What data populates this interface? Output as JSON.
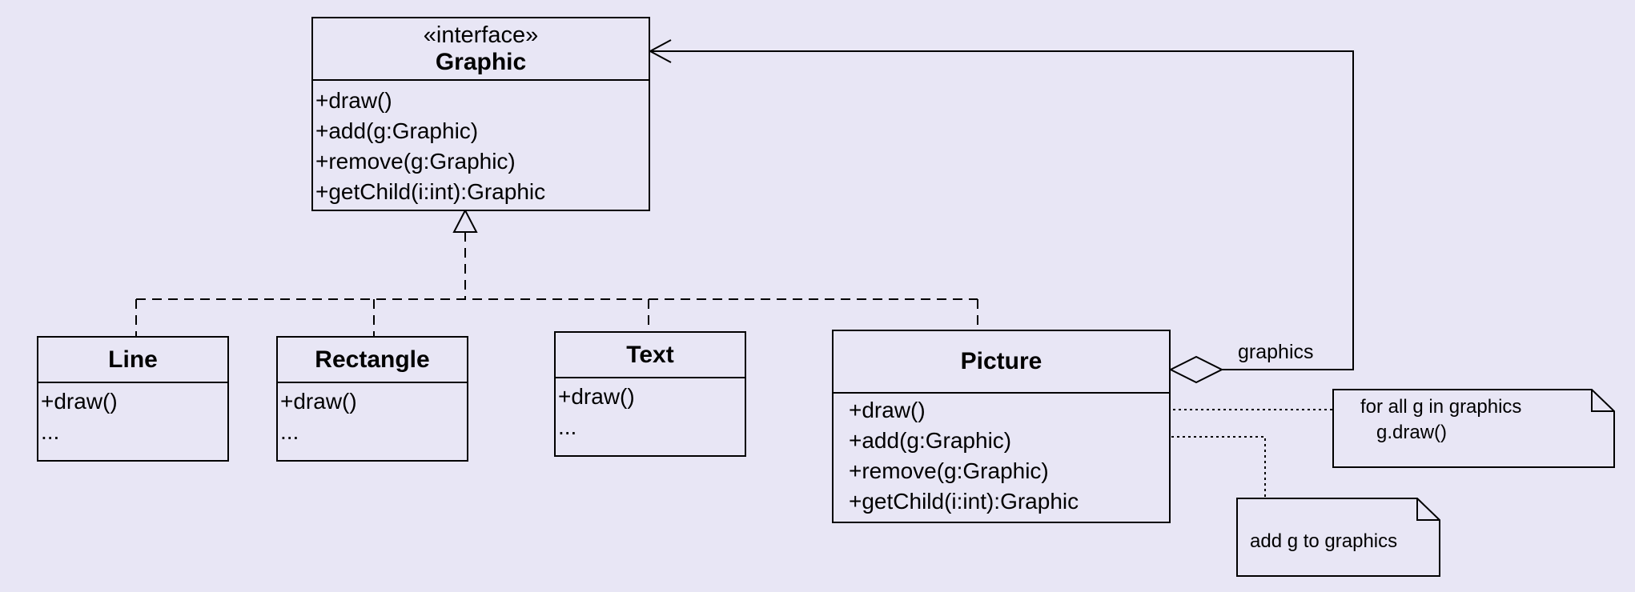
{
  "interface": {
    "stereotype": "«interface»",
    "name": "Graphic",
    "operations": [
      "+draw()",
      "+add(g:Graphic)",
      "+remove(g:Graphic)",
      "+getChild(i:int):Graphic"
    ]
  },
  "classes": [
    {
      "name": "Line",
      "members": [
        "+draw()",
        "..."
      ]
    },
    {
      "name": "Rectangle",
      "members": [
        "+draw()",
        "..."
      ]
    },
    {
      "name": "Text",
      "members": [
        "+draw()",
        "..."
      ]
    },
    {
      "name": "Picture",
      "members": [
        "+draw()",
        "+add(g:Graphic)",
        "+remove(g:Graphic)",
        "+getChild(i:int):Graphic"
      ]
    }
  ],
  "aggregation_label": "graphics",
  "notes": {
    "draw_note": [
      "for all g in graphics",
      "g.draw()"
    ],
    "add_note": "add g to graphics"
  }
}
